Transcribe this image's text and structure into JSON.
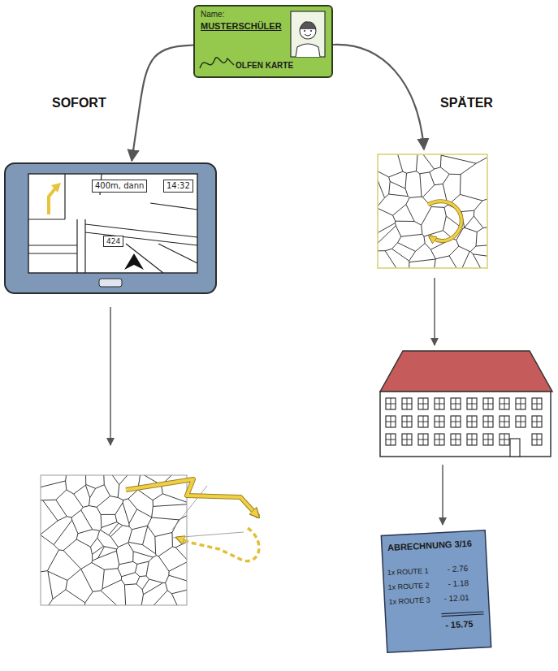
{
  "diagram": {
    "nodes": [
      {
        "text": [
          "Name:",
          "MUSTERSCHÜLER",
          "OLFEN KARTE"
        ]
      },
      {
        "text": [
          "400m, dann",
          "14:32",
          "424"
        ]
      },
      {
        "text": [
          "ABRECHNUNG 3/16",
          "1x ROUTE 1",
          "- 2.76",
          "1x ROUTE 2",
          "- 1.18",
          "1x ROUTE 3",
          "- 12.01",
          "- 15.75"
        ]
      }
    ],
    "edges": [
      {
        "from": 0,
        "to": 1,
        "arrow": "to",
        "label": "SOFORT"
      }
    ],
    "labels": [
      "SPÄTER"
    ]
  }
}
